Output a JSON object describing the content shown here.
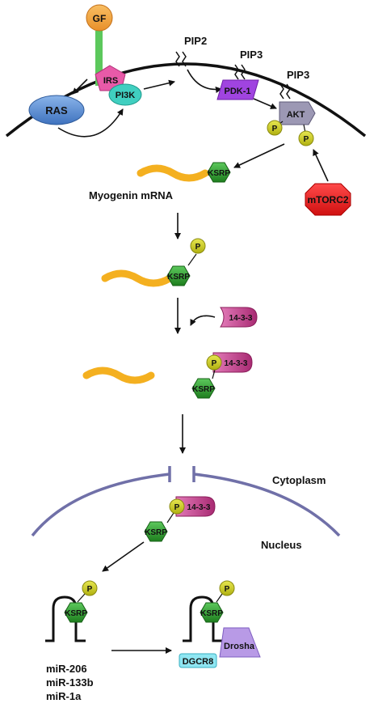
{
  "labels": {
    "gf": "GF",
    "irs": "IRS",
    "pi3k": "PI3K",
    "ras": "RAS",
    "pip2": "PIP2",
    "pip3_a": "PIP3",
    "pip3_b": "PIP3",
    "pdk1": "PDK-1",
    "akt": "AKT",
    "p": "P",
    "ksrp": "KSRP",
    "mtorc2": "mTORC2",
    "myogenin": "Myogenin mRNA",
    "protein_1433": "14-3-3",
    "cytoplasm": "Cytoplasm",
    "nucleus": "Nucleus",
    "dgcr8": "DGCR8",
    "drosha": "Drosha",
    "mir206": "miR-206",
    "mir133b": "miR-133b",
    "mir1a": "miR-1a"
  },
  "colors": {
    "gf": "#F4A040",
    "stalk": "#5CC85C",
    "irs": "#E85AA8",
    "pi3k": "#40CFC0",
    "ras": "#5A8FD0",
    "pdk1": "#A044E0",
    "akt": "#9C98B4",
    "p": "#C8C820",
    "ksrp": "#2E9E2E",
    "mtorc2": "#EE2020",
    "mrna": "#F4B020",
    "protein_1433": "#C0408A",
    "nuclear_membrane": "#7070A8",
    "dgcr8": "#8FE6F2",
    "drosha": "#B89AE6"
  }
}
